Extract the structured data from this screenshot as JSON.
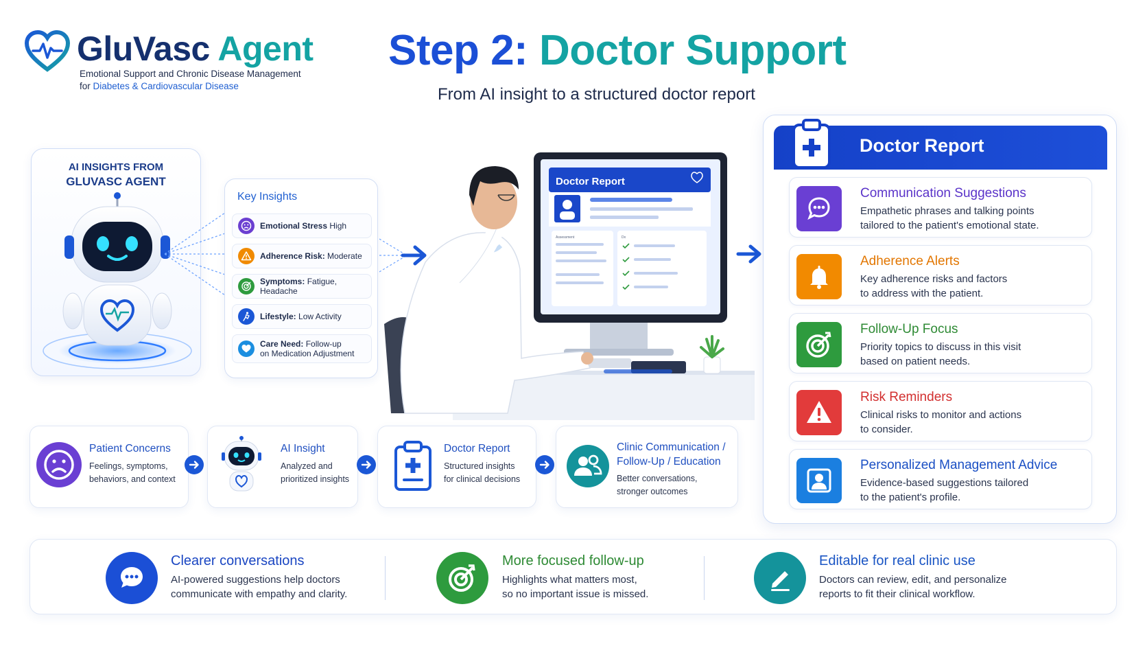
{
  "brand": {
    "name_part1": "GluVasc",
    "name_part2": "Agent",
    "tagline1": "Emotional Support and Chronic Disease Management",
    "tagline2_prefix": "for",
    "tagline2_highlight": "Diabetes & Cardiovascular Disease"
  },
  "header": {
    "title_part1": "Step 2:",
    "title_part2": "Doctor Support",
    "subtitle": "From AI insight to a structured doctor report"
  },
  "ai_card": {
    "caption1": "AI INSIGHTS FROM",
    "caption2": "GLUVASC AGENT"
  },
  "key_insights": {
    "title": "Key Insights",
    "items": [
      {
        "label": "Emotional Stress",
        "value": "High",
        "icon": "sad-face-icon",
        "color": "#6b3fd1"
      },
      {
        "label": "Adherence Risk:",
        "value": "Moderate",
        "icon": "warning-icon",
        "color": "#f08a00"
      },
      {
        "label": "Symptoms:",
        "value": "Fatigue, Headache",
        "icon": "target-icon",
        "color": "#2e9b3e"
      },
      {
        "label": "Lifestyle:",
        "value": "Low Activity",
        "icon": "activity-icon",
        "color": "#1b57d6"
      },
      {
        "label": "Care Need:",
        "value": "Follow-up",
        "value2": "on Medication Adjustment",
        "icon": "heart-icon",
        "color": "#1b8ee0"
      }
    ]
  },
  "monitor": {
    "title": "Doctor Report",
    "tiny_left": "Assessment",
    "tiny_right": "Dx"
  },
  "report": {
    "title": "Doctor Report",
    "items": [
      {
        "title": "Communication Suggestions",
        "desc1": "Empathetic phrases and talking points",
        "desc2": "tailored to the patient's emotional state.",
        "color": "#6a3fd3",
        "title_color": "#5a33c9",
        "icon": "chat-bubble-icon"
      },
      {
        "title": "Adherence Alerts",
        "desc1": "Key adherence risks and factors",
        "desc2": "to address with the patient.",
        "color": "#f28a00",
        "title_color": "#e27600",
        "icon": "bell-icon"
      },
      {
        "title": "Follow-Up Focus",
        "desc1": "Priority topics to discuss in this visit",
        "desc2": "based on patient needs.",
        "color": "#2e9b3e",
        "title_color": "#2e8a34",
        "icon": "target-icon"
      },
      {
        "title": "Risk Reminders",
        "desc1": "Clinical risks to monitor and actions",
        "desc2": "to consider.",
        "color": "#e23b3b",
        "title_color": "#d22f2f",
        "icon": "warning-icon"
      },
      {
        "title": "Personalized Management Advice",
        "desc1": "Evidence-based suggestions tailored",
        "desc2": "to the patient's profile.",
        "color": "#1b7fe0",
        "title_color": "#1a4fc4",
        "icon": "user-icon"
      }
    ]
  },
  "flow": [
    {
      "title": "Patient Concerns",
      "desc1": "Feelings, symptoms,",
      "desc2": "behaviors, and context",
      "icon": "sad-face-icon"
    },
    {
      "title": "AI Insight",
      "desc1": "Analyzed and",
      "desc2": "prioritized insights",
      "icon": "robot-icon"
    },
    {
      "title": "Doctor Report",
      "desc1": "Structured insights",
      "desc2": "for clinical decisions",
      "icon": "clipboard-icon"
    },
    {
      "title": "Clinic Communication /",
      "title2": "Follow-Up / Education",
      "desc1": "Better conversations,",
      "desc2": "stronger outcomes",
      "icon": "group-icon"
    }
  ],
  "benefits": [
    {
      "title": "Clearer conversations",
      "desc1": "AI-powered suggestions help doctors",
      "desc2": "communicate with empathy and clarity.",
      "color": "#1b4fd6",
      "title_color": "#1a46c2",
      "icon": "chat-bubble-icon"
    },
    {
      "title": "More focused follow-up",
      "desc1": "Highlights what matters most,",
      "desc2": "so no important issue is missed.",
      "color": "#2e9b3e",
      "title_color": "#2e8a34",
      "icon": "target-icon"
    },
    {
      "title": "Editable for real clinic use",
      "desc1": "Doctors can review, edit, and personalize",
      "desc2": "reports to fit their clinical workflow.",
      "color": "#14939b",
      "title_color": "#1a55c4",
      "icon": "pencil-icon"
    }
  ]
}
